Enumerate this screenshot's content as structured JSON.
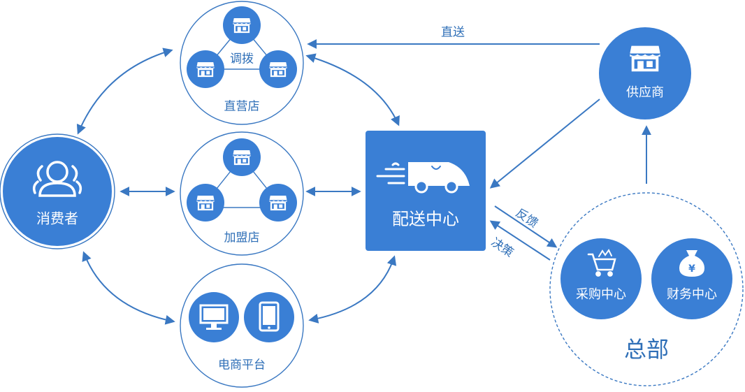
{
  "colors": {
    "primary": "#3a7fd5",
    "line": "#3a78c2",
    "ring": "#3a78c2",
    "text_blue": "#2f6fb7"
  },
  "nodes": {
    "consumer": {
      "label": "消费者",
      "icon": "people-icon"
    },
    "direct_store": {
      "label": "直营店",
      "center_label": "调拨",
      "icon": "store-icon"
    },
    "franchise_store": {
      "label": "加盟店",
      "icon": "store-icon"
    },
    "ecommerce": {
      "label": "电商平台",
      "icons": [
        "monitor-icon",
        "tablet-icon"
      ]
    },
    "distribution_center": {
      "label": "配送中心",
      "icon": "delivery-truck-icon"
    },
    "supplier": {
      "label": "供应商",
      "icon": "store-icon"
    },
    "headquarters": {
      "label": "总部",
      "purchasing": {
        "label": "采购中心",
        "icon": "shopping-cart-icon"
      },
      "finance": {
        "label": "财务中心",
        "icon": "money-bag-icon"
      }
    }
  },
  "edges": {
    "direct_delivery": "直送",
    "feedback": "反馈",
    "decision": "决策"
  }
}
